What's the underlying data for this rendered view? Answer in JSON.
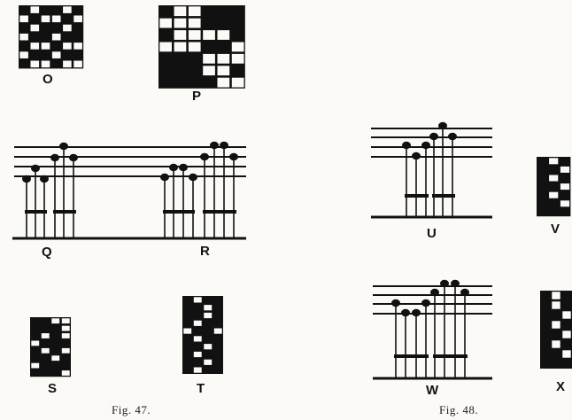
{
  "ink": "#111111",
  "paper": "#fbfaf6",
  "labels": {
    "O": "O",
    "P": "P",
    "Q": "Q",
    "R": "R",
    "S": "S",
    "T": "T",
    "U": "U",
    "V": "V",
    "W": "W",
    "X": "X"
  },
  "captions": {
    "fig47": "Fig. 47.",
    "fig48": "Fig. 48."
  },
  "grids": {
    "O": [
      [
        1,
        0,
        1,
        1,
        0,
        1
      ],
      [
        0,
        1,
        0,
        0,
        1,
        0
      ],
      [
        1,
        0,
        1,
        1,
        0,
        1
      ],
      [
        0,
        1,
        1,
        0,
        1,
        1
      ],
      [
        1,
        0,
        0,
        1,
        0,
        0
      ],
      [
        0,
        1,
        1,
        0,
        1,
        1
      ],
      [
        1,
        0,
        0,
        1,
        0,
        0
      ]
    ],
    "P": [
      [
        1,
        0,
        0,
        1,
        1,
        1
      ],
      [
        0,
        0,
        0,
        1,
        1,
        1
      ],
      [
        1,
        0,
        0,
        0,
        0,
        1
      ],
      [
        0,
        0,
        0,
        1,
        1,
        0
      ],
      [
        1,
        1,
        1,
        0,
        0,
        0
      ],
      [
        1,
        1,
        1,
        0,
        0,
        1
      ],
      [
        1,
        1,
        1,
        1,
        0,
        0
      ]
    ],
    "S": [
      [
        1,
        1,
        0,
        0
      ],
      [
        1,
        1,
        1,
        0
      ],
      [
        1,
        0,
        1,
        0
      ],
      [
        0,
        1,
        1,
        1
      ],
      [
        1,
        0,
        1,
        0
      ],
      [
        1,
        1,
        0,
        1
      ],
      [
        0,
        1,
        1,
        1
      ],
      [
        1,
        1,
        1,
        0
      ]
    ],
    "T": [
      [
        1,
        0,
        1,
        1
      ],
      [
        1,
        1,
        0,
        1
      ],
      [
        1,
        1,
        0,
        1
      ],
      [
        1,
        0,
        1,
        1
      ],
      [
        0,
        1,
        1,
        0
      ],
      [
        1,
        0,
        1,
        1
      ],
      [
        1,
        1,
        0,
        1
      ],
      [
        1,
        0,
        1,
        1
      ],
      [
        1,
        1,
        0,
        1
      ],
      [
        1,
        0,
        1,
        1
      ]
    ],
    "V": [
      [
        1,
        0,
        1
      ],
      [
        1,
        1,
        0
      ],
      [
        1,
        0,
        1
      ],
      [
        1,
        1,
        0
      ],
      [
        1,
        0,
        1
      ],
      [
        1,
        1,
        0
      ],
      [
        1,
        1,
        1
      ]
    ],
    "X": [
      [
        1,
        0,
        1
      ],
      [
        1,
        0,
        1
      ],
      [
        1,
        1,
        0
      ],
      [
        1,
        0,
        1
      ],
      [
        1,
        1,
        0
      ],
      [
        1,
        0,
        1
      ],
      [
        1,
        1,
        0
      ],
      [
        1,
        1,
        1
      ]
    ]
  }
}
